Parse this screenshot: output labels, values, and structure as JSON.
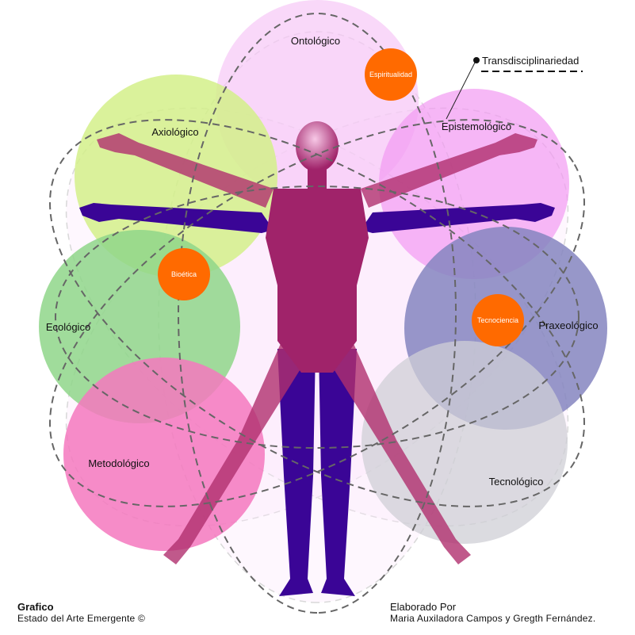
{
  "colors": {
    "axiologico": "#d4f08a",
    "ontologico": "#f6c8f6",
    "epistemologico": "#f29af2",
    "ecologico": "#8fd68a",
    "praxeologico": "#8585c0",
    "metodologico": "#f578be",
    "tecnologico": "#cfcfd6",
    "node": "#ff6a00",
    "body_dark": "#3a0596",
    "body_pink": "#b0306e",
    "dash": "#666666"
  },
  "domains": {
    "ontologico": "Ontológico",
    "axiologico": "Axiológico",
    "epistemologico": "Epistemológico",
    "ecologico": "Ecológico",
    "praxeologico": "Praxeológico",
    "metodologico": "Metodológico",
    "tecnologico": "Tecnológico"
  },
  "nodes": {
    "espiritualidad": "Espiritualidad",
    "bioetica": "Bioética",
    "tecnociencia": "Tecnociencia"
  },
  "callout": "Transdisciplinariedad",
  "footer": {
    "left_title": "Grafico",
    "left_sub": "Estado del Arte Emergente ©",
    "right_title": "Elaborado Por",
    "right_sub": "Maria Auxiladora Campos y Gregth Fernández."
  }
}
